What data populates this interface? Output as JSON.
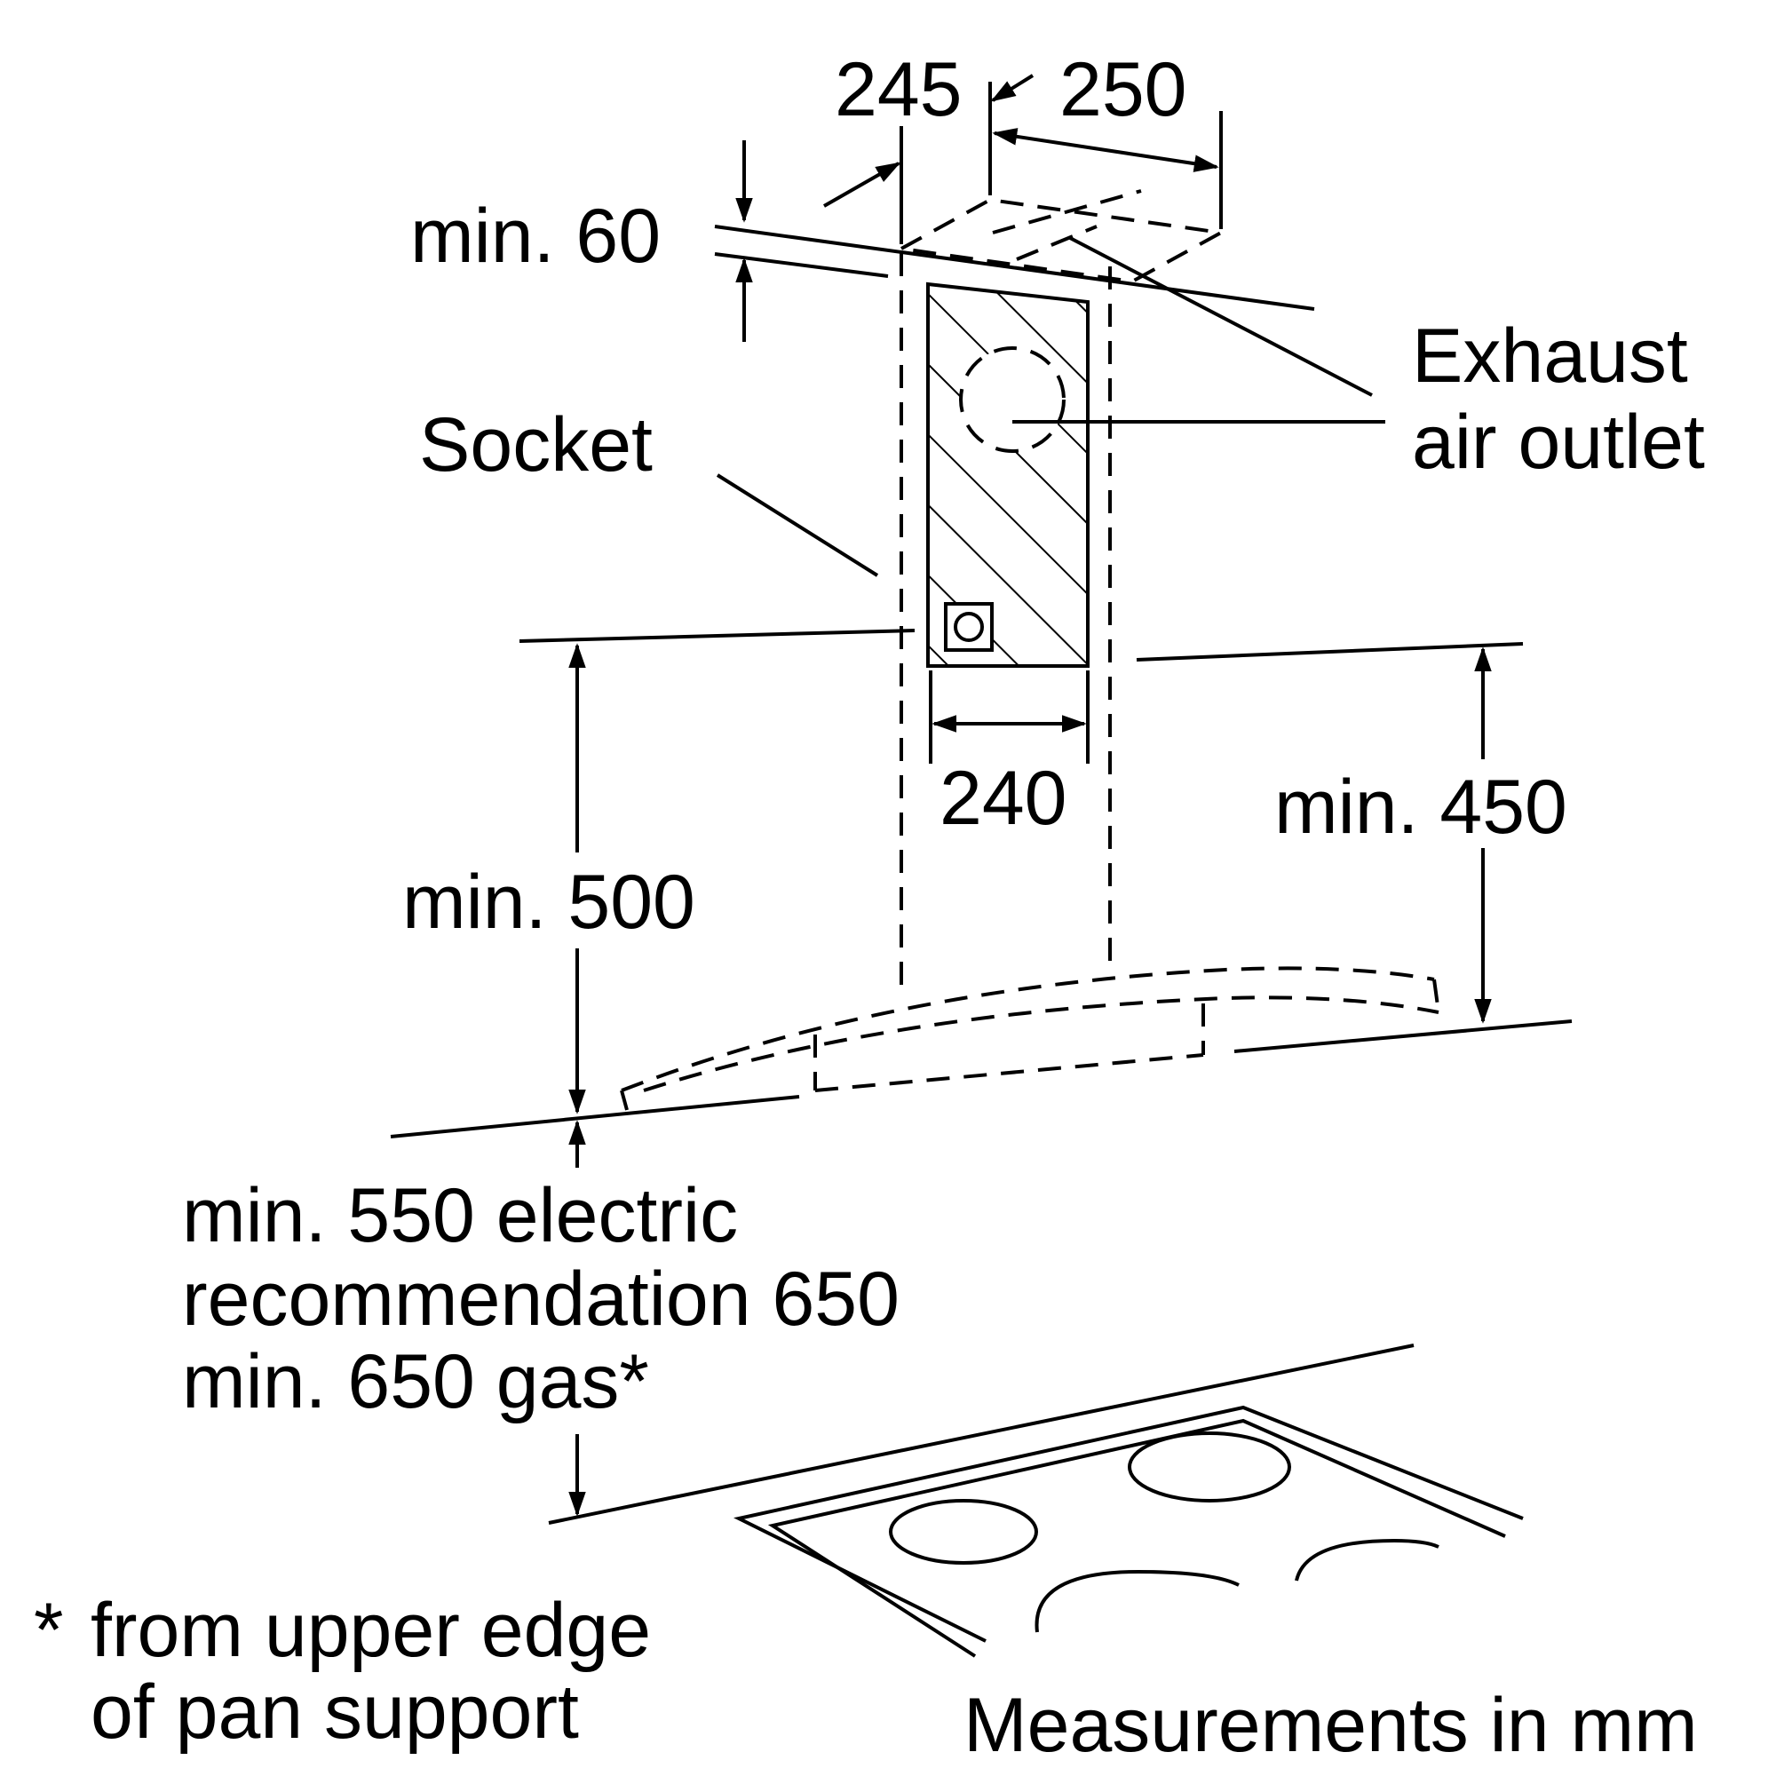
{
  "labels": {
    "dim_245": "245",
    "dim_250": "250",
    "min_60": "min. 60",
    "exhaust_line1": "Exhaust",
    "exhaust_line2": "air outlet",
    "socket": "Socket",
    "dim_240": "240",
    "min_450": "min. 450",
    "min_500": "min. 500",
    "clearance_line1": "min. 550 electric",
    "clearance_line2": "recommendation 650",
    "clearance_line3": "min. 650 gas*",
    "footnote_marker": "*",
    "footnote_line1": "from upper edge",
    "footnote_line2": "of pan support",
    "units_note": "Measurements in mm"
  },
  "colors": {
    "ink": "#000000",
    "background": "#ffffff"
  }
}
